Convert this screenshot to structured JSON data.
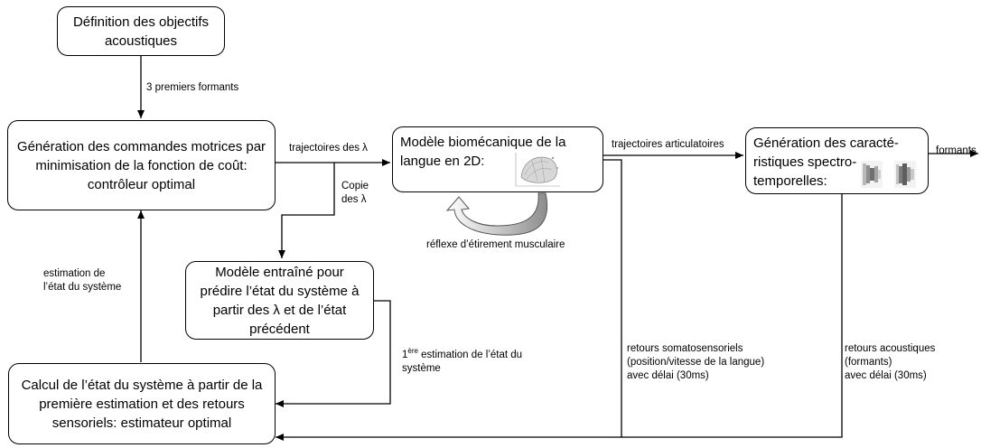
{
  "nodes": {
    "definition": "Définition des objectifs\nacoustiques",
    "generation_commandes": "Génération des commandes motrices par\nminimisation de la fonction de coût:\ncontrôleur optimal",
    "modele_biomecanique": "Modèle biomécanique de la\nlangue en 2D:",
    "generation_spectro": "Génération des caracté-\nristiques spectro-\ntemporelles:",
    "modele_entraine": "Modèle entraîné pour\nprédire l’état du système à\npartir des λ et de l’état\nprécédent",
    "calcul_etat": "Calcul de l’état du système à partir de la\npremière estimation et des retours\nsensoriels: estimateur optimal"
  },
  "edges": {
    "premiers_formants": "3 premiers formants",
    "trajectoires_lambda": "trajectoires des λ",
    "trajectoires_articulatoires": "trajectoires articulatoires",
    "formants": "formants",
    "copie_lambda": "Copie\ndes λ",
    "reflexe": "réflexe d’étirement musculaire",
    "estimation_etat": "estimation de\nl’état du système",
    "premiere_estimation_prefix": "1",
    "premiere_estimation_sup": "ère",
    "premiere_estimation_rest": " estimation de l’état du\nsystème",
    "retours_somato": "retours somatosensoriels\n(position/vitesse de la langue)\navec délai (30ms)",
    "retours_acoustiques": "retours acoustiques\n(formants)\n avec délai (30ms)"
  }
}
